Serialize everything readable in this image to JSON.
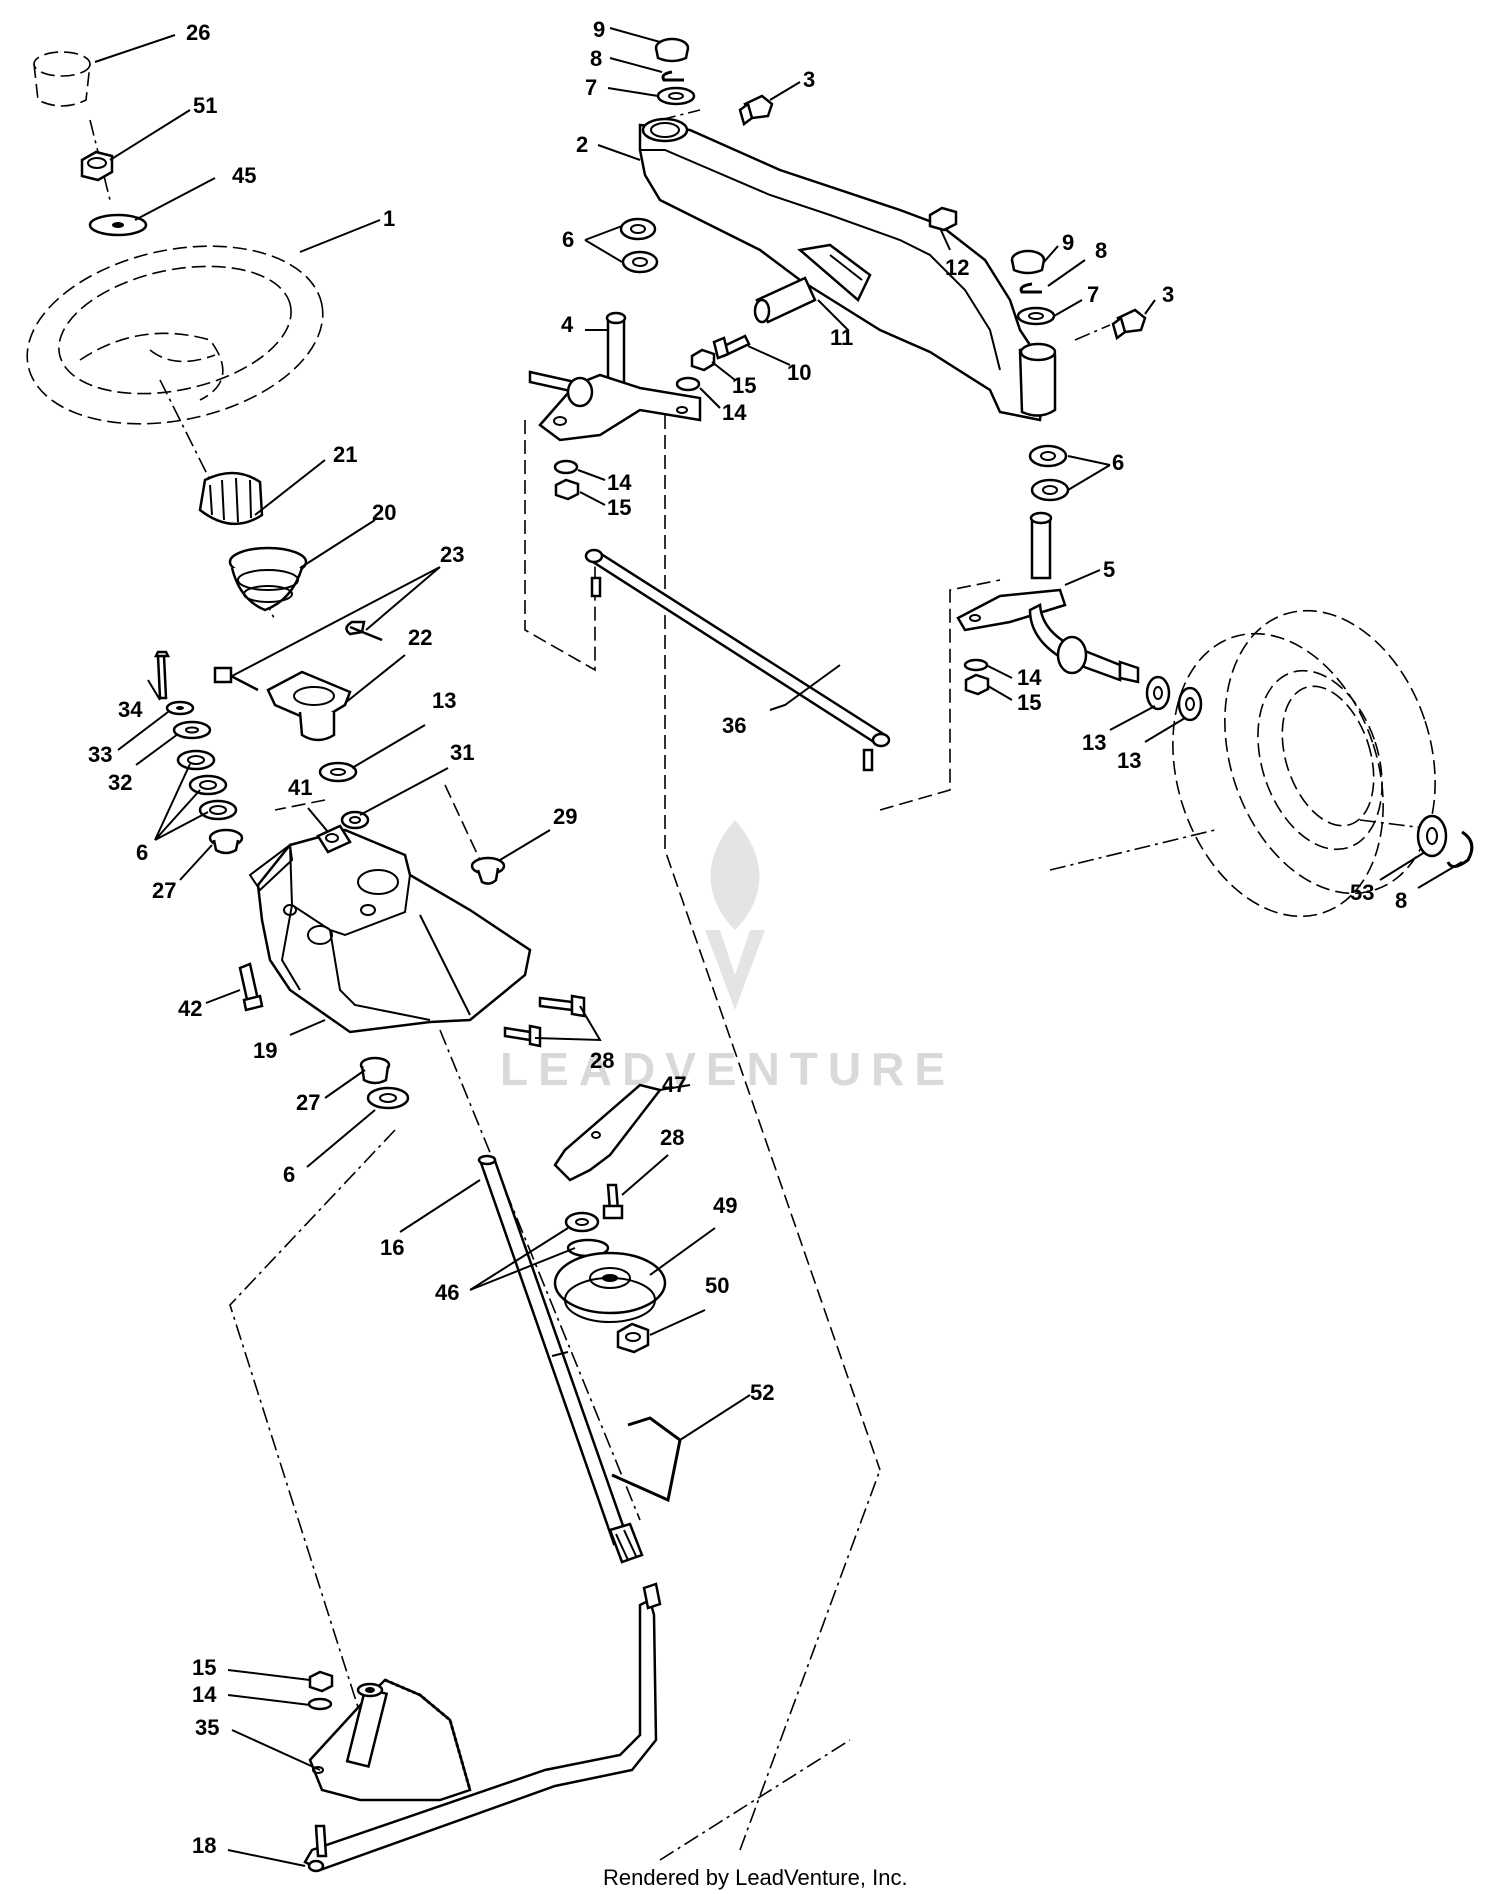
{
  "callouts": {
    "p26": "26",
    "p51": "51",
    "p45": "45",
    "p1": "1",
    "p21": "21",
    "p20": "20",
    "p23": "23",
    "p22": "22",
    "p34": "34",
    "p33": "33",
    "p32": "32",
    "p6a": "6",
    "p27a": "27",
    "p13a": "13",
    "p31": "31",
    "p41": "41",
    "p29": "29",
    "p42": "42",
    "p19": "19",
    "p28a": "28",
    "p27b": "27",
    "p6b": "6",
    "p16": "16",
    "p47": "47",
    "p28b": "28",
    "p49": "49",
    "p46": "46",
    "p50": "50",
    "p52": "52",
    "p15a": "15",
    "p14a": "14",
    "p35": "35",
    "p18": "18",
    "p9a": "9",
    "p8a": "8",
    "p7a": "7",
    "p3a": "3",
    "p2": "2",
    "p6c": "6",
    "p4": "4",
    "p12": "12",
    "p9b": "9",
    "p8b": "8",
    "p7b": "7",
    "p3b": "3",
    "p11": "11",
    "p10": "10",
    "p15b": "15",
    "p14b": "14",
    "p14c": "14",
    "p15c": "15",
    "p6d": "6",
    "p5": "5",
    "p14d": "14",
    "p15d": "15",
    "p36": "36",
    "p13b": "13",
    "p13c": "13",
    "p53": "53",
    "p8c": "8"
  },
  "watermark": "LEADVENTURE",
  "footer": "Rendered by LeadVenture, Inc."
}
